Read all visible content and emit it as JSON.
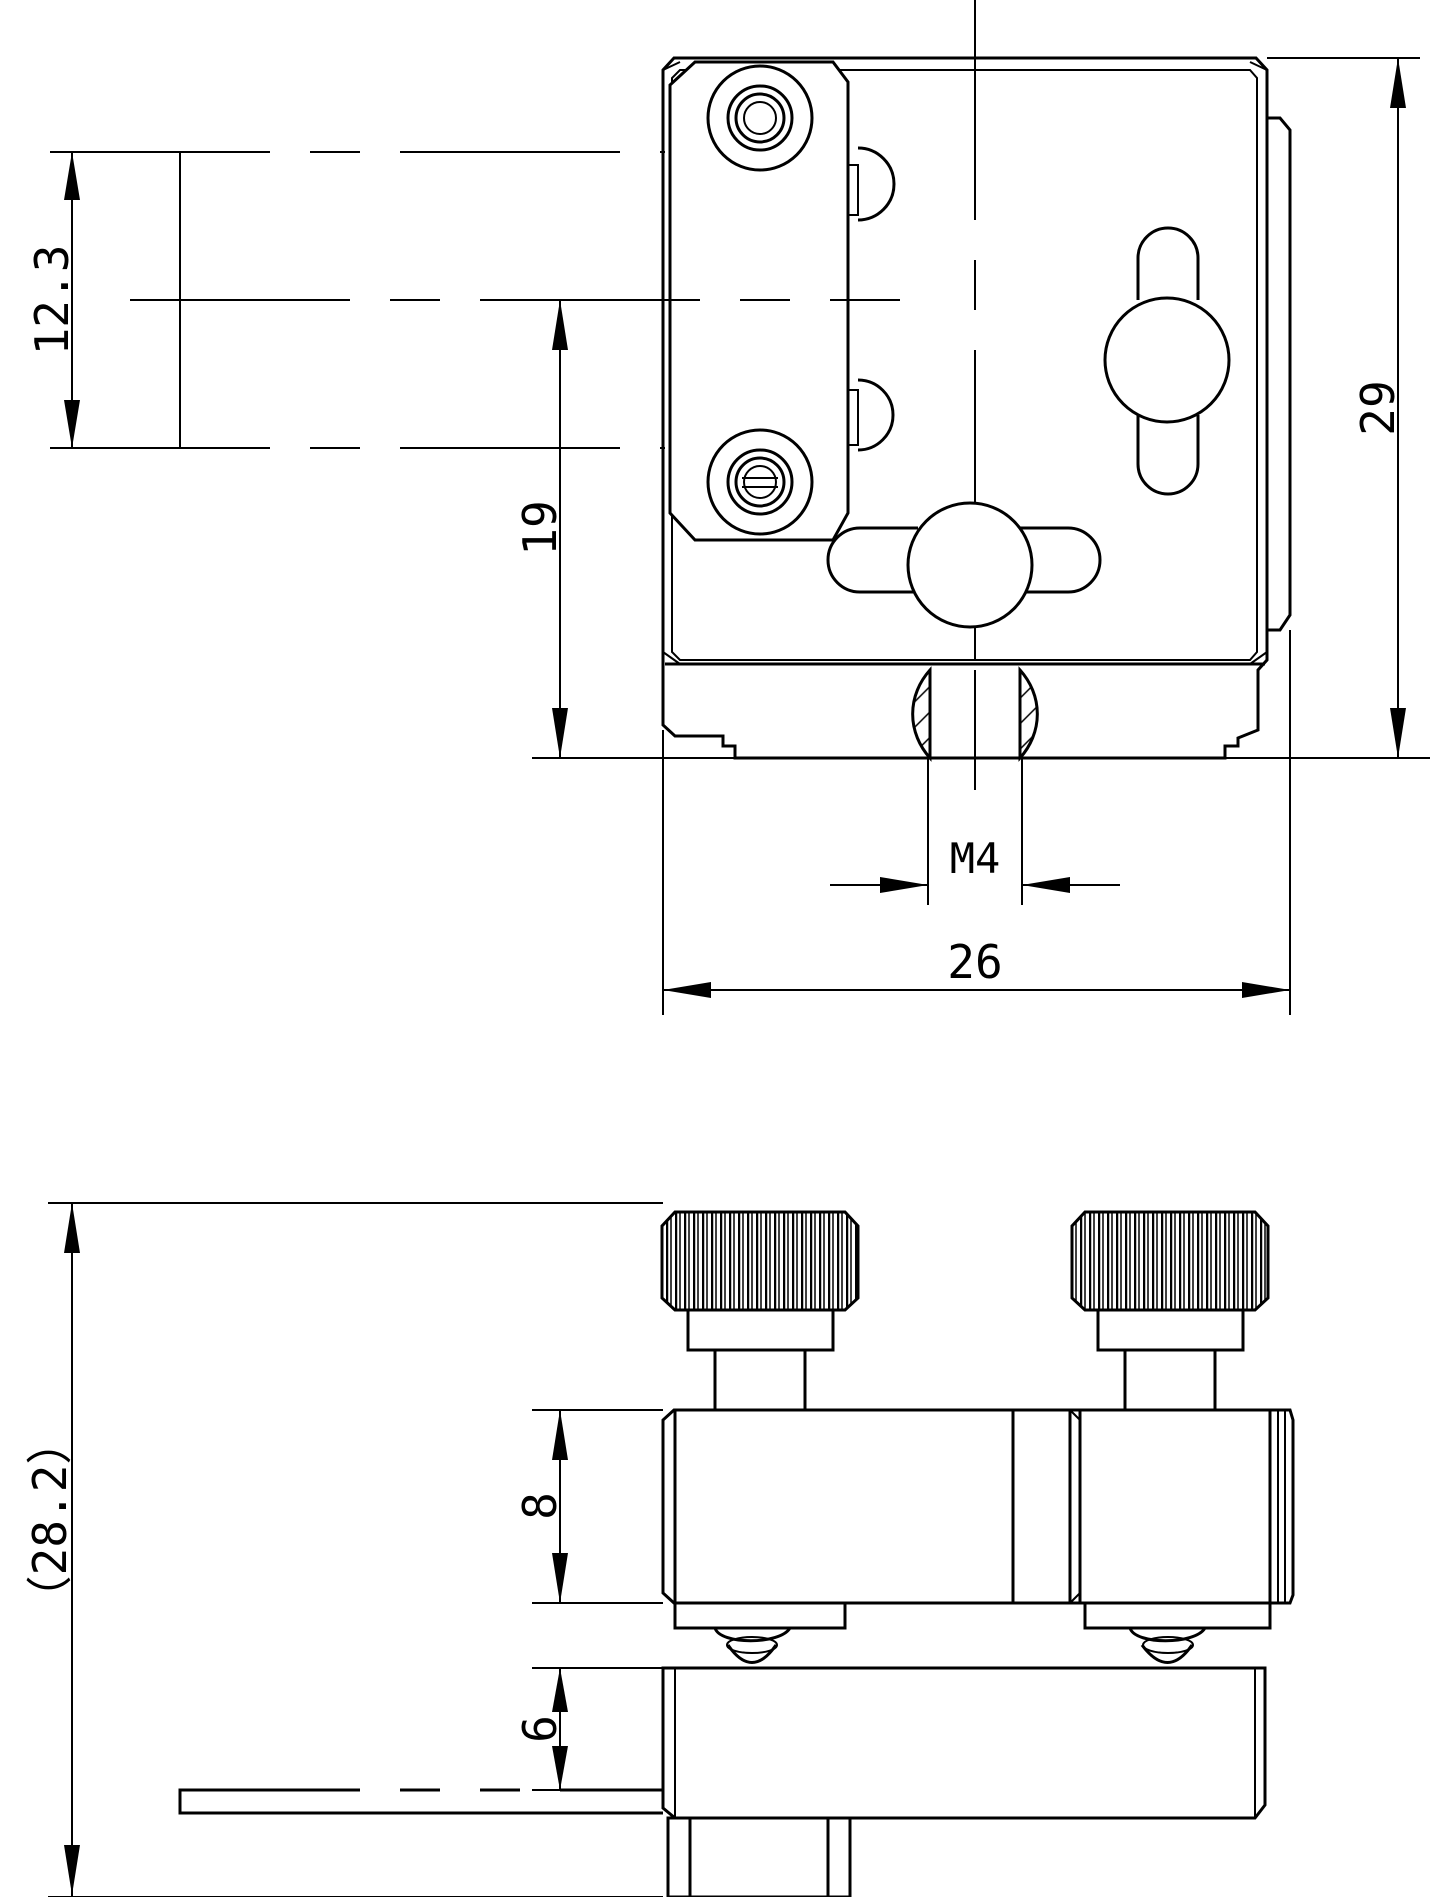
{
  "dimensions": {
    "width_26": "26",
    "height_29": "29",
    "slot_spacing": "12.3",
    "height_19": "19",
    "thread": "M4",
    "overall_height": "（28.2）",
    "upper_block": "8",
    "lower_block": "6"
  },
  "colors": {
    "line": "#000000",
    "background": "#ffffff"
  }
}
